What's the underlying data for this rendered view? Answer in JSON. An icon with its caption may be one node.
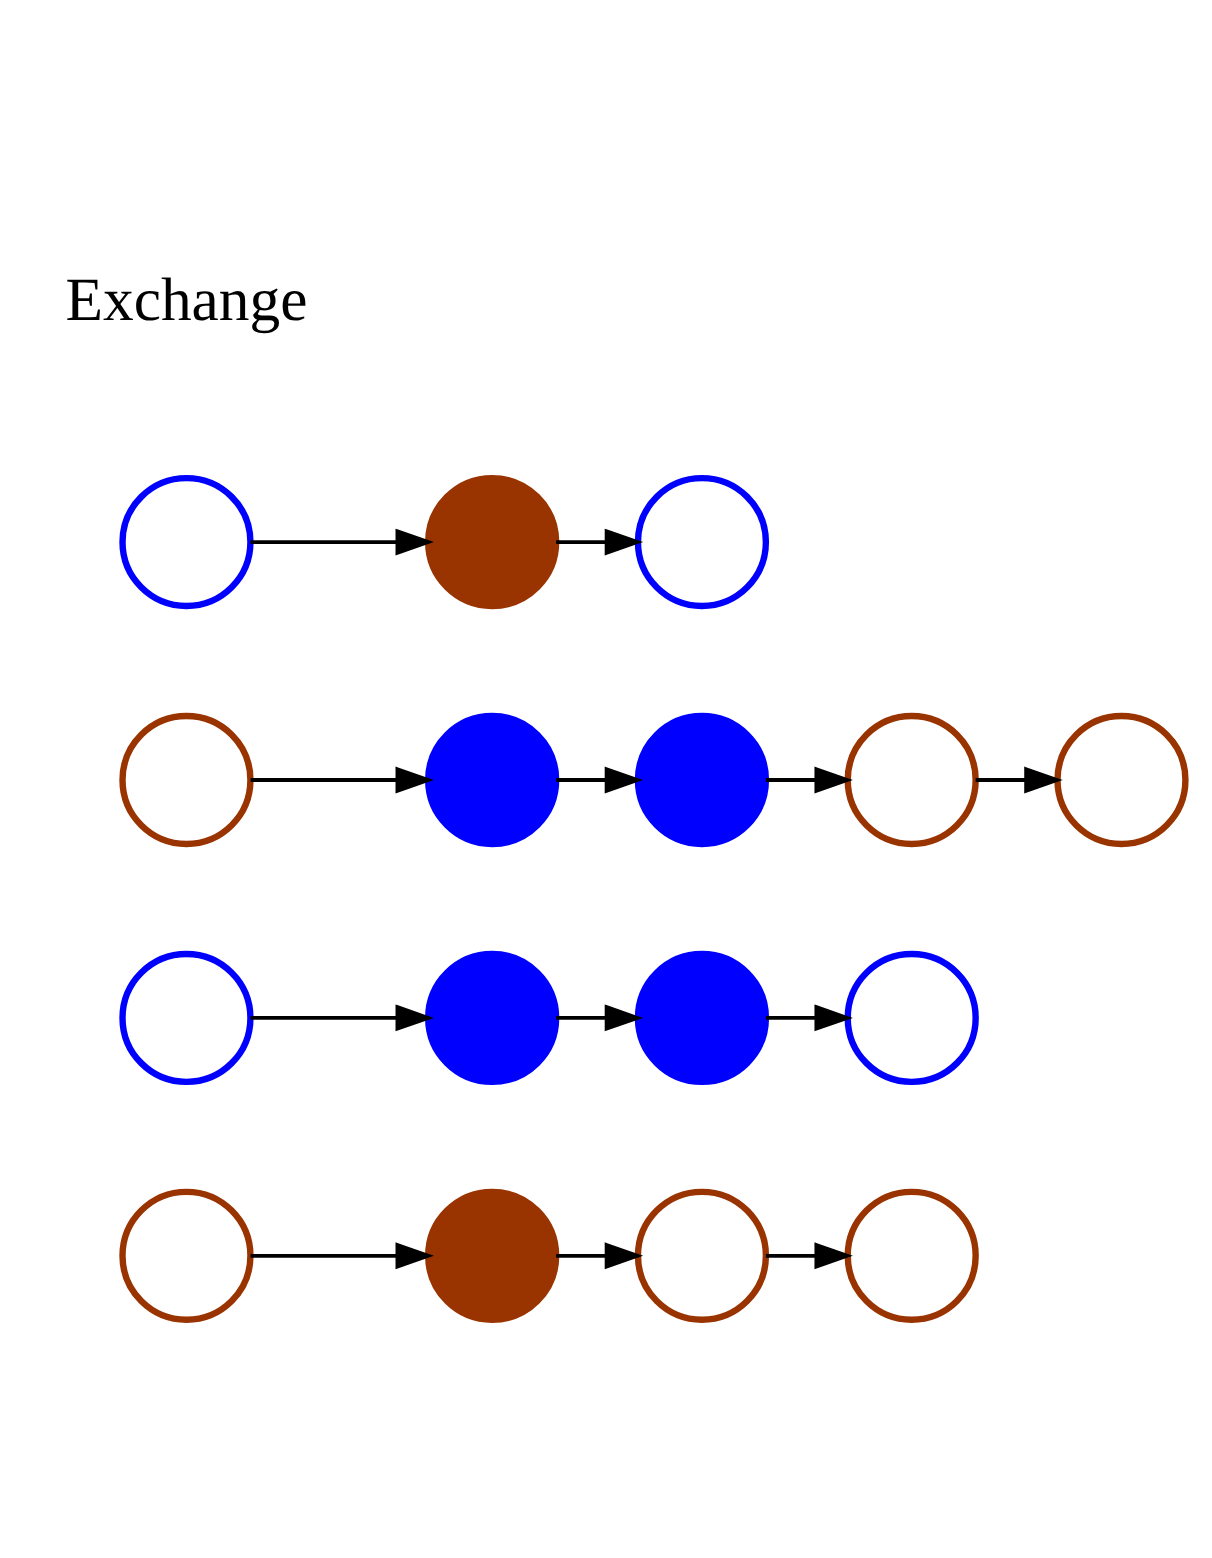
{
  "diagram": {
    "nodes": [
      {
        "text": [],
        "shape": "circle"
      },
      {
        "text": [],
        "shape": "circle"
      },
      {
        "text": [],
        "shape": "circle"
      },
      {
        "text": [],
        "shape": "circle"
      },
      {
        "text": [],
        "shape": "circle"
      },
      {
        "text": [],
        "shape": "circle"
      },
      {
        "text": [],
        "shape": "circle"
      },
      {
        "text": [],
        "shape": "circle"
      },
      {
        "text": [],
        "shape": "circle"
      },
      {
        "text": [],
        "shape": "circle"
      },
      {
        "text": [],
        "shape": "circle"
      },
      {
        "text": [],
        "shape": "circle"
      },
      {
        "text": [],
        "shape": "circle"
      },
      {
        "text": [],
        "shape": "circle"
      },
      {
        "text": [],
        "shape": "circle"
      },
      {
        "text": [],
        "shape": "circle"
      }
    ],
    "edges": [
      {
        "from": 0,
        "to": 1,
        "arrow": "to"
      },
      {
        "from": 1,
        "to": 2,
        "arrow": "to"
      },
      {
        "from": 2,
        "to": 3,
        "arrow": "to"
      },
      {
        "from": 4,
        "to": 5,
        "arrow": "to"
      },
      {
        "from": 5,
        "to": 6,
        "arrow": "to"
      },
      {
        "from": 6,
        "to": 7,
        "arrow": "to"
      },
      {
        "from": 8,
        "to": 9,
        "arrow": "to"
      },
      {
        "from": 9,
        "to": 10,
        "arrow": "to"
      },
      {
        "from": 10,
        "to": 11,
        "arrow": "to"
      },
      {
        "from": 11,
        "to": 12,
        "arrow": "to"
      },
      {
        "from": 13,
        "to": 14,
        "arrow": "to"
      },
      {
        "from": 14,
        "to": 15,
        "arrow": "to"
      }
    ],
    "labels": [
      "Exchange"
    ]
  }
}
